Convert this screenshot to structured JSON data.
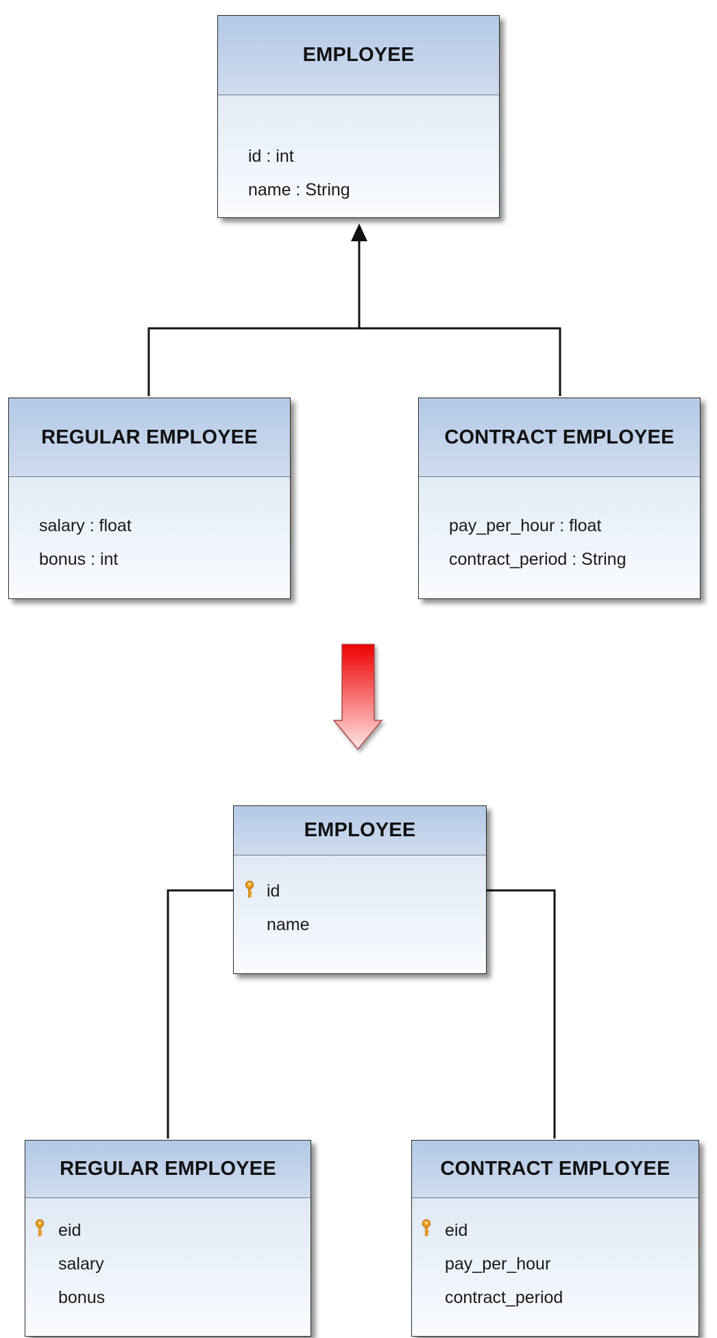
{
  "uml": {
    "employee": {
      "title": "EMPLOYEE",
      "attributes": [
        "id : int",
        "name : String"
      ]
    },
    "regular": {
      "title": "REGULAR EMPLOYEE",
      "attributes": [
        "salary : float",
        "bonus : int"
      ]
    },
    "contract": {
      "title": "CONTRACT EMPLOYEE",
      "attributes": [
        "pay_per_hour : float",
        "contract_period : String"
      ]
    }
  },
  "tables": {
    "employee": {
      "title": "EMPLOYEE",
      "columns": [
        {
          "name": "id",
          "key": true
        },
        {
          "name": "name",
          "key": false
        }
      ]
    },
    "regular": {
      "title": "REGULAR EMPLOYEE",
      "columns": [
        {
          "name": "eid",
          "key": true
        },
        {
          "name": "salary",
          "key": false
        },
        {
          "name": "bonus",
          "key": false
        }
      ]
    },
    "contract": {
      "title": "CONTRACT EMPLOYEE",
      "columns": [
        {
          "name": "eid",
          "key": true
        },
        {
          "name": "pay_per_hour",
          "key": false
        },
        {
          "name": "contract_period",
          "key": false
        }
      ]
    }
  },
  "colors": {
    "header": "#b3c9e6",
    "body": "#e5edf7",
    "line": "#111111",
    "arrow_top": "#ee0000",
    "arrow_bottom": "#ffe5e5",
    "key_icon": "#f0a020"
  },
  "icons": {
    "primary_key": "key-icon",
    "transform": "down-arrow-icon"
  }
}
